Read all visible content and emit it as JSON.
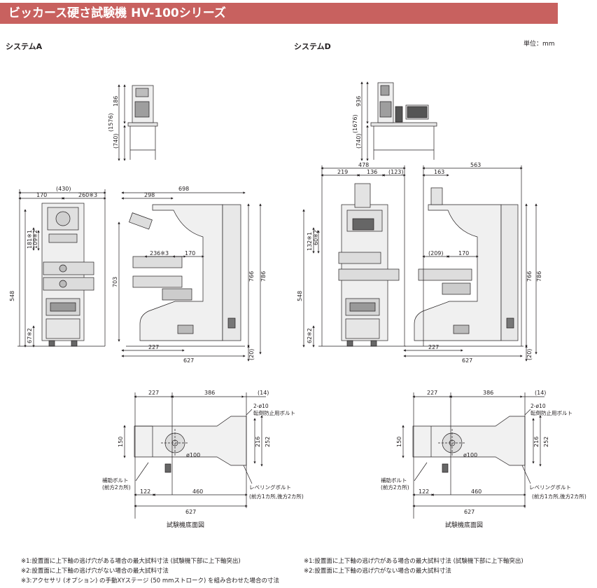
{
  "title": "ビッカース硬さ試験機 HV-100シリーズ",
  "unit": "単位：mm",
  "systemA": {
    "label": "システムA",
    "small": {
      "h186": "186",
      "h1576": "(1576)",
      "h740": "(740)"
    },
    "front": {
      "d430": "(430)",
      "d170": "170",
      "d260": "260※3",
      "d181": "181※1",
      "d109": "109※2",
      "d548": "548",
      "d67": "67※2"
    },
    "side": {
      "d698": "698",
      "d298": "298",
      "d236": "236※3",
      "d170": "170",
      "d703": "703",
      "d766": "766",
      "d786": "786",
      "d227": "227",
      "d627": "627",
      "d20": "(20)"
    },
    "base": {
      "d227": "227",
      "d386": "386",
      "d14": "(14)",
      "d2phi": "2-ø10",
      "stopper": "転倒防止用ボルト",
      "d150": "150",
      "d216": "216",
      "d252": "252",
      "phi100": "ø100",
      "aux1": "補助ボルト",
      "aux2": "(前方2カ所)",
      "lev1": "レベリングボルト",
      "lev2": "(前方1カ所,後方2カ所)",
      "d122": "122",
      "d460": "460",
      "d627": "627",
      "caption": "試験機底面図"
    }
  },
  "systemD": {
    "label": "システムD",
    "small": {
      "h936": "936",
      "h1676": "(1676)",
      "h740": "(740)"
    },
    "front": {
      "d478": "478",
      "d219": "219",
      "d136": "136",
      "d123": "(123)",
      "d132": "132※1",
      "d60": "60※2",
      "d548": "548",
      "d62": "62※2"
    },
    "side": {
      "d563": "563",
      "d163": "163",
      "d209": "(209)",
      "d170": "170",
      "d766": "766",
      "d786": "786",
      "d227": "227",
      "d627": "627",
      "d20": "(20)"
    },
    "base": {
      "d227": "227",
      "d386": "386",
      "d14": "(14)",
      "d2phi": "2-ø10",
      "stopper": "転倒防止用ボルト",
      "d150": "150",
      "d216": "216",
      "d252": "252",
      "phi100": "ø100",
      "aux1": "補助ボルト",
      "aux2": "(前方2カ所)",
      "lev1": "レベリングボルト",
      "lev2": "(前方1カ所,後方2カ所)",
      "d122": "122",
      "d460": "460",
      "d627": "627",
      "caption": "試験機底面図"
    }
  },
  "notesA": [
    "※1:設置面に上下軸の逃げ穴がある場合の最大試料寸法 (試験機下部に上下軸突出)",
    "※2:設置面に上下軸の逃げ穴がない場合の最大試料寸法",
    "※3:アクセサリ (オプション) の手動XYステージ (50 mmストローク) を組み合わせた場合の寸法"
  ],
  "notesD": [
    "※1:設置面に上下軸の逃げ穴がある場合の最大試料寸法 (試験機下部に上下軸突出)",
    "※2:設置面に上下軸の逃げ穴がない場合の最大試料寸法"
  ]
}
